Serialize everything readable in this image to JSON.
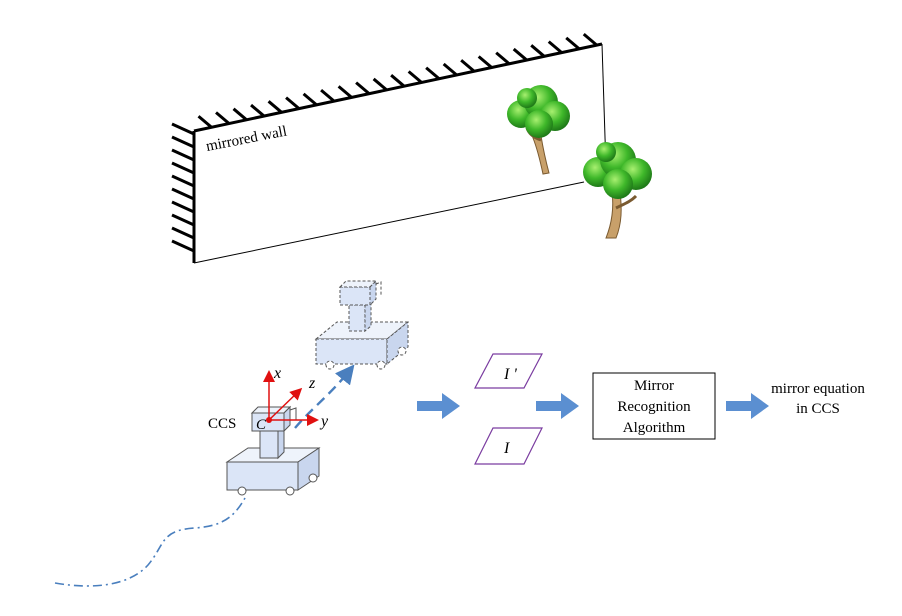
{
  "wall": {
    "label": "mirrored wall"
  },
  "robot": {
    "frame_label": "CCS",
    "origin_label": "C",
    "axis_x": "x",
    "axis_y": "y",
    "axis_z": "z"
  },
  "images": {
    "reflected": "I '",
    "direct": "I"
  },
  "algorithm": {
    "line1": "Mirror",
    "line2": "Recognition",
    "line3": "Algorithm"
  },
  "output": {
    "line1": "mirror equation",
    "line2": "in CCS"
  },
  "colors": {
    "robot_fill": "#dbe5f7",
    "robot_fill_light": "#eef3fb",
    "arrow_blue": "#5b8fd1",
    "path_blue": "#4a7fbe",
    "axis_red": "#e01010",
    "image_purple": "#7a3ca0"
  }
}
